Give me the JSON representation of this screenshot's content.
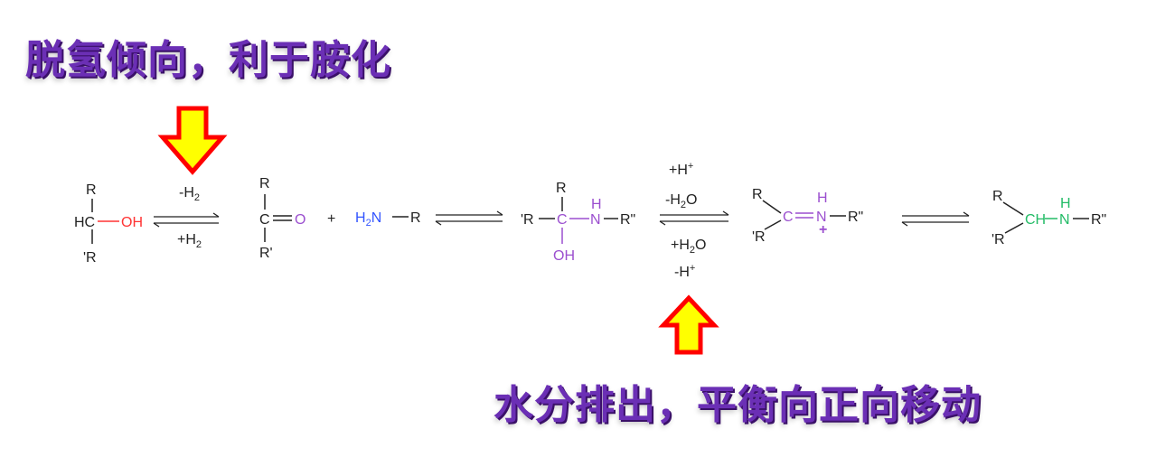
{
  "annotations": {
    "top_heading": "脱氢倾向，利于胺化",
    "bottom_heading": "水分排出，平衡向正向移动"
  },
  "colors": {
    "heading": "#6b2fb5",
    "arrow_fill": "#ffff00",
    "arrow_outline": "#ff0000",
    "hydroxyl": "#ff3333",
    "amine": "#3355ff",
    "carbonyl_o": "#9b4fcf",
    "intermediate": "#9b4fcf",
    "product_link": "#22bb66"
  },
  "scheme": {
    "alcohol": {
      "r_top": "R",
      "carbon": "HC",
      "oh": "OH",
      "r_bottom": "'R"
    },
    "step1": {
      "above": "-H",
      "above_sub": "2",
      "below": "+H",
      "below_sub": "2"
    },
    "ketone": {
      "r_top": "R",
      "carbon": "C",
      "oxygen": "O",
      "r_bottom": "R'"
    },
    "plus": "+",
    "amine": {
      "h": "H",
      "h_sub": "2",
      "n": "N",
      "r": "R"
    },
    "hemiaminal": {
      "r_left": "'R",
      "r_top": "R",
      "carbon": "C",
      "h": "H",
      "n": "N",
      "r_right": "R\"",
      "oh": "OH"
    },
    "step3": {
      "line1": "+H",
      "line1_sup": "+",
      "line2": "-H",
      "line2_sub": "2",
      "line2_tail": "O",
      "line3": "+H",
      "line3_sub": "2",
      "line3_tail": "O",
      "line4": "-H",
      "line4_sup": "+"
    },
    "iminium": {
      "r_top": "R",
      "r_bottom": "'R",
      "carbon": "C",
      "h": "H",
      "n": "N",
      "charge": "+",
      "r_right": "R\""
    },
    "product": {
      "r_top": "R",
      "r_bottom": "'R",
      "ch": "CH",
      "h": "H",
      "n": "N",
      "r_right": "R\""
    }
  }
}
